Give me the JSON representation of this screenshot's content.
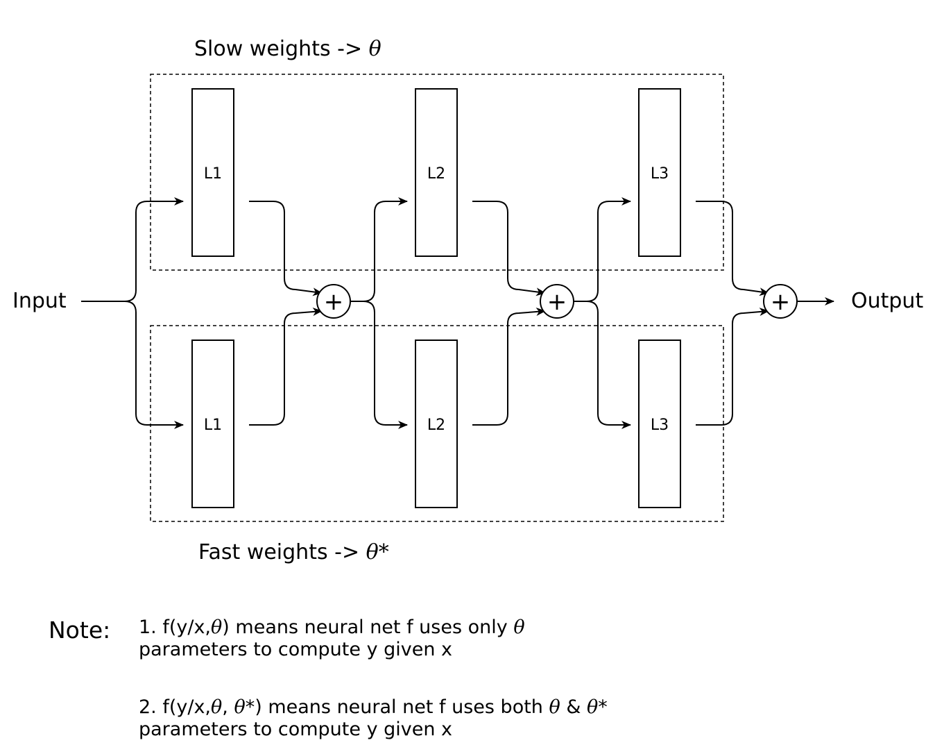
{
  "titles": {
    "slow_prefix": "Slow weights -> ",
    "slow_symbol": "θ",
    "fast_prefix": "Fast weights -> ",
    "fast_symbol": "θ*"
  },
  "io": {
    "input": "Input",
    "output": "Output"
  },
  "layers": {
    "top": [
      "L1",
      "L2",
      "L3"
    ],
    "bottom": [
      "L1",
      "L2",
      "L3"
    ]
  },
  "adder_symbol": "+",
  "notes": {
    "label": "Note:",
    "note1_a": "1. f(y/x,",
    "note1_theta": "θ",
    "note1_b": ") means neural net f uses only ",
    "note1_theta2": "θ",
    "note1_line2": "parameters to compute y given x",
    "note2_a": "2. f(y/x,",
    "note2_theta": "θ",
    "note2_b": ", ",
    "note2_theta_star": "θ",
    "note2_c": "*) means neural net f uses both ",
    "note2_theta3": "θ",
    "note2_d": " & ",
    "note2_theta4": "θ",
    "note2_e": "*",
    "note2_line2": "parameters to compute y given x"
  }
}
